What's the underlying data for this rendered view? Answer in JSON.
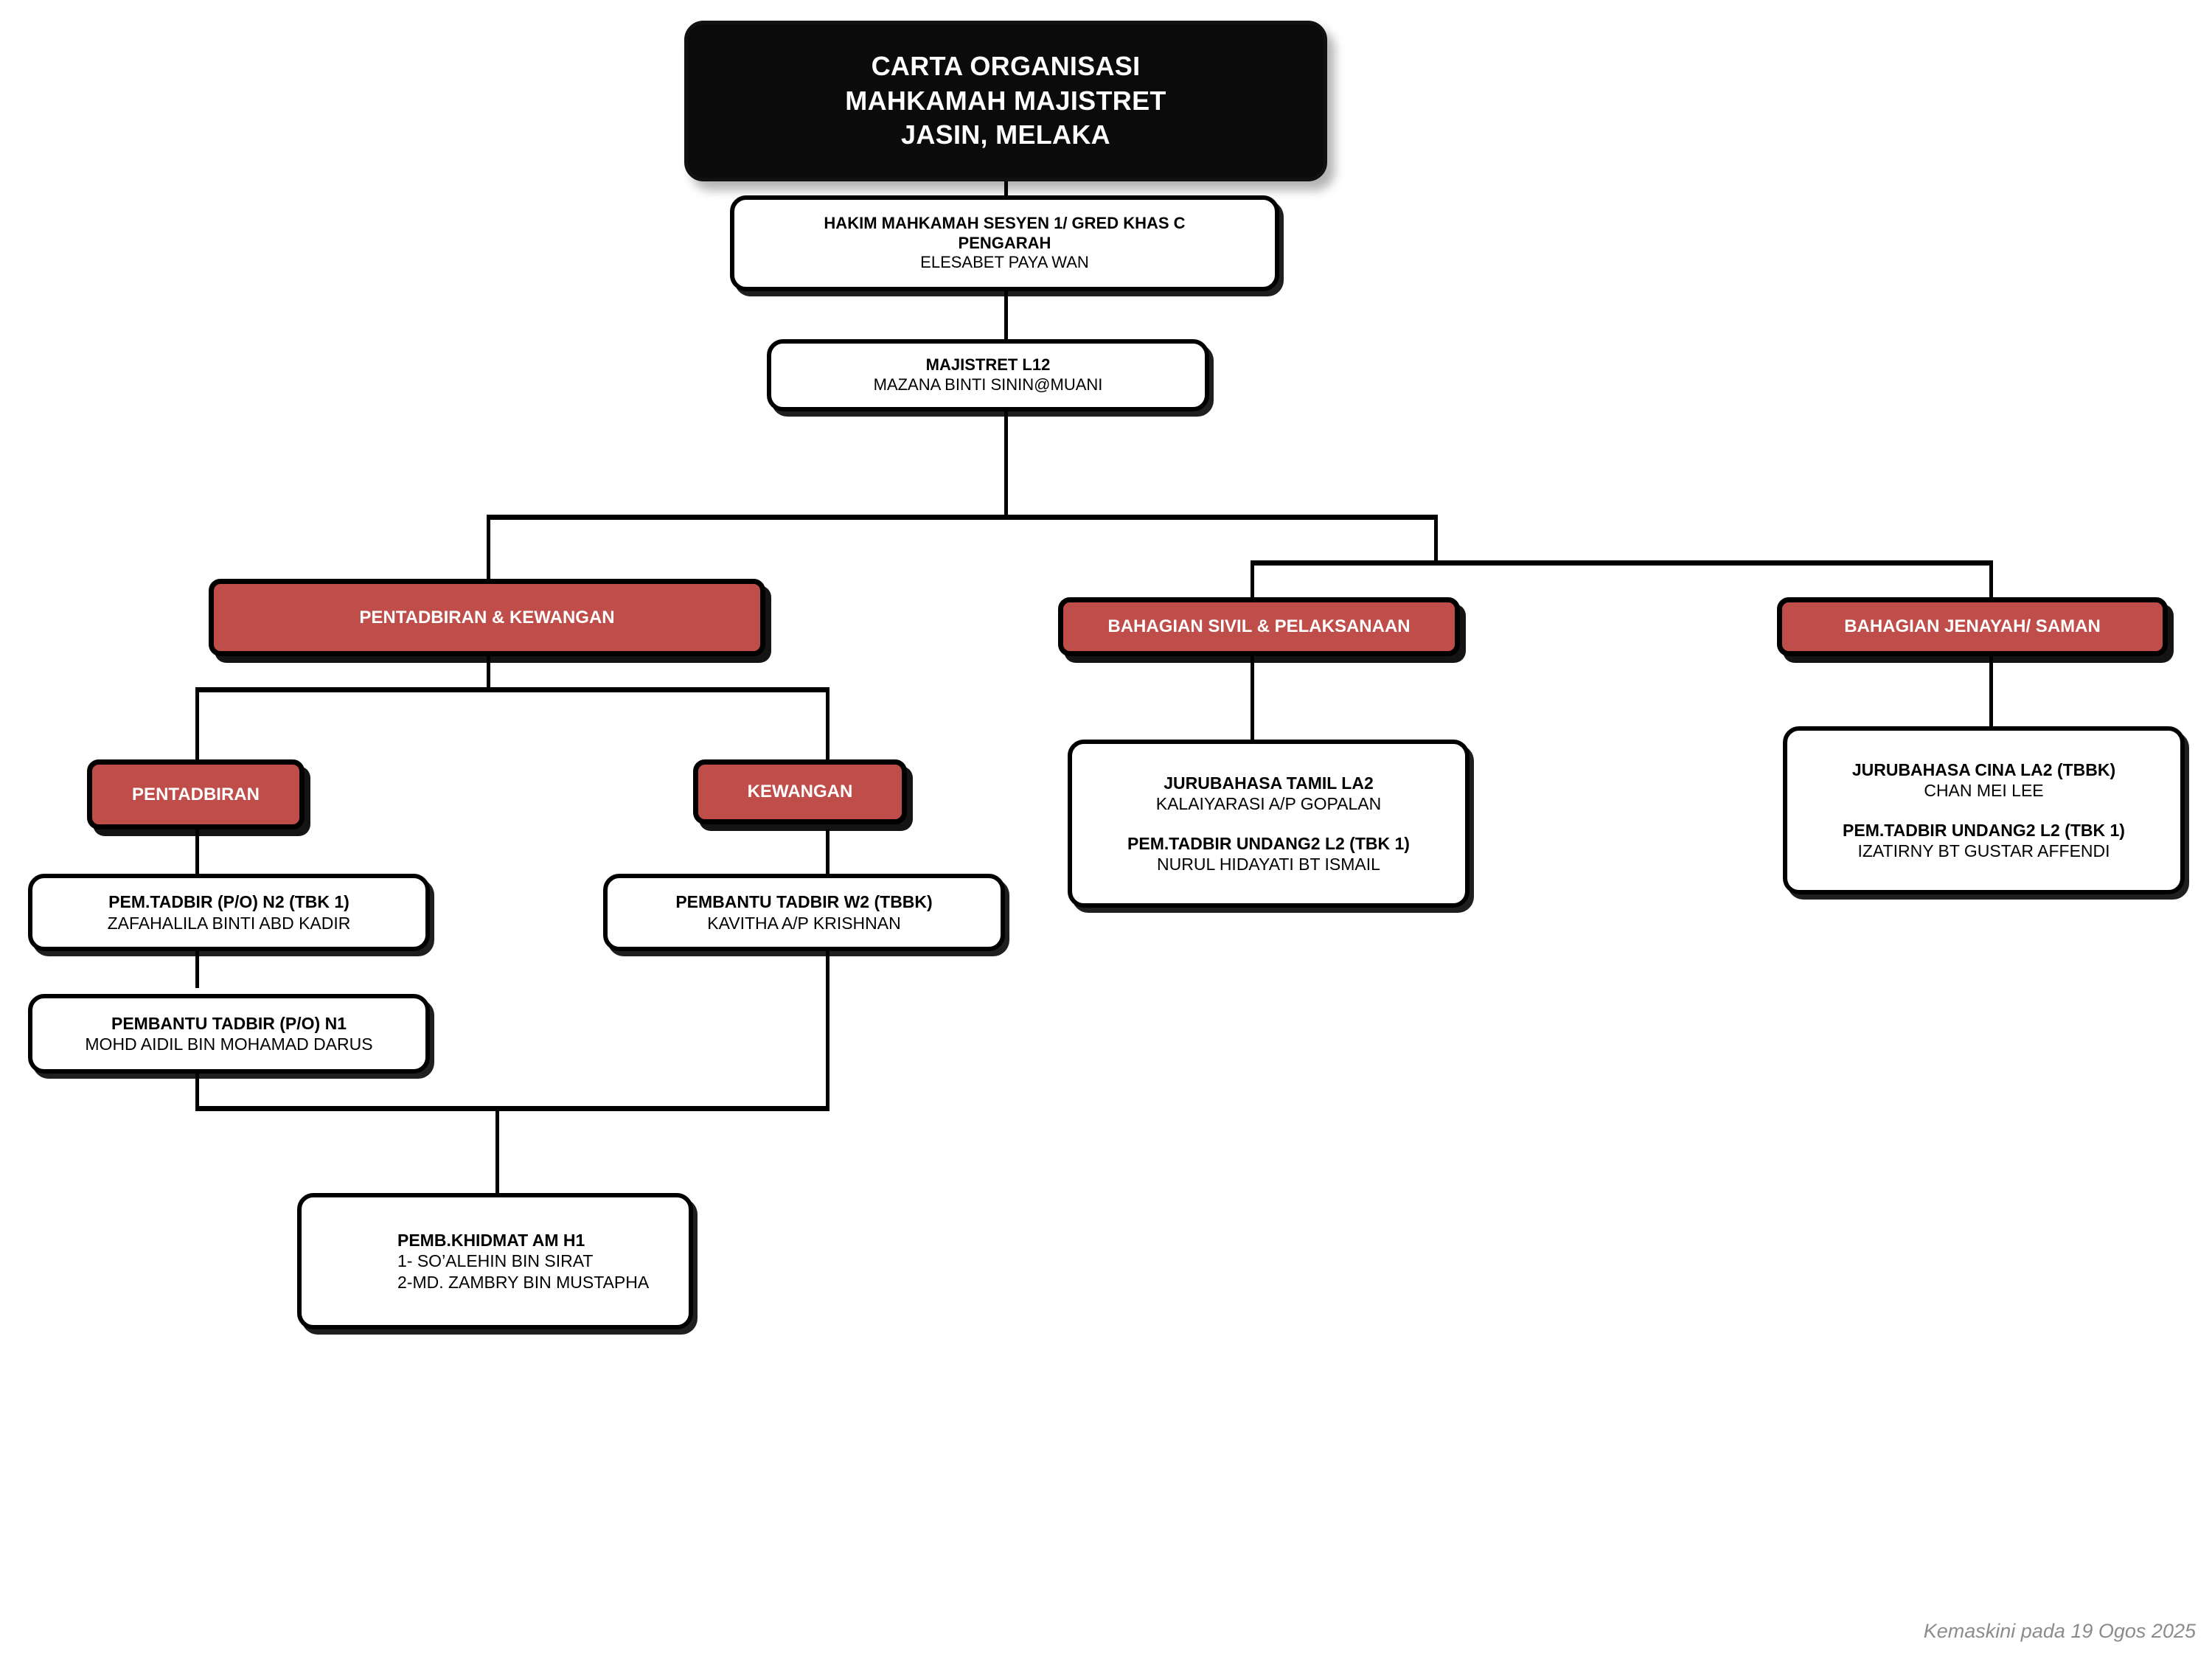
{
  "chart_data": {
    "type": "diagram",
    "title": "CARTA ORGANISASI MAHKAMAH MAJISTRET JASIN, MELAKA"
  },
  "title_box": {
    "line1": "CARTA ORGANISASI",
    "line2": "MAHKAMAH MAJISTRET",
    "line3": "JASIN, MELAKA"
  },
  "nodes": {
    "pengarah": {
      "title_line1": "HAKIM MAHKAMAH SESYEN 1/  GRED KHAS C",
      "title_line2": "PENGARAH",
      "name": "ELESABET PAYA WAN"
    },
    "majistret": {
      "title": "MAJISTRET L12",
      "name": "MAZANA BINTI SININ@MUANI"
    },
    "pentadbiran_kewangan": {
      "label": "PENTADBIRAN & KEWANGAN"
    },
    "bahagian_sivil": {
      "label": "BAHAGIAN SIVIL & PELAKSANAAN"
    },
    "bahagian_jenayah": {
      "label": "BAHAGIAN JENAYAH/ SAMAN"
    },
    "pentadbiran": {
      "label": "PENTADBIRAN"
    },
    "kewangan": {
      "label": "KEWANGAN"
    },
    "pem_tadbir_n2": {
      "title": "PEM.TADBIR (P/O) N2 (TBK 1)",
      "name": "ZAFAHALILA BINTI ABD KADIR"
    },
    "pembantu_tadbir_n1": {
      "title": "PEMBANTU TADBIR (P/O) N1",
      "name": "MOHD AIDIL BIN MOHAMAD DARUS"
    },
    "pembantu_tadbir_w2": {
      "title": "PEMBANTU TADBIR W2 (TBBK)",
      "name": "KAVITHA A/P KRISHNAN"
    },
    "pemb_khidmat_am": {
      "title": "PEMB.KHIDMAT AM H1",
      "name1": "1- SO’ALEHIN BIN SIRAT",
      "name2": "2-MD. ZAMBRY BIN MUSTAPHA"
    },
    "jurubahasa_tamil": {
      "title1": "JURUBAHASA TAMIL LA2",
      "name1": "KALAIYARASI A/P GOPALAN",
      "title2": "PEM.TADBIR UNDANG2 L2 (TBK 1)",
      "name2": "NURUL HIDAYATI BT ISMAIL"
    },
    "jurubahasa_cina": {
      "title1": "JURUBAHASA CINA LA2 (TBBK)",
      "name1": "CHAN MEI LEE",
      "title2": "PEM.TADBIR UNDANG2 L2 (TBK 1)",
      "name2": "IZATIRNY BT GUSTAR AFFENDI"
    }
  },
  "footer": {
    "text": "Kemaskini pada  19 Ogos 2025"
  },
  "colors": {
    "section_red": "#bf4d4a",
    "title_black": "#0b0b0b",
    "line_black": "#000000",
    "footer_gray": "#8c8c8c"
  }
}
